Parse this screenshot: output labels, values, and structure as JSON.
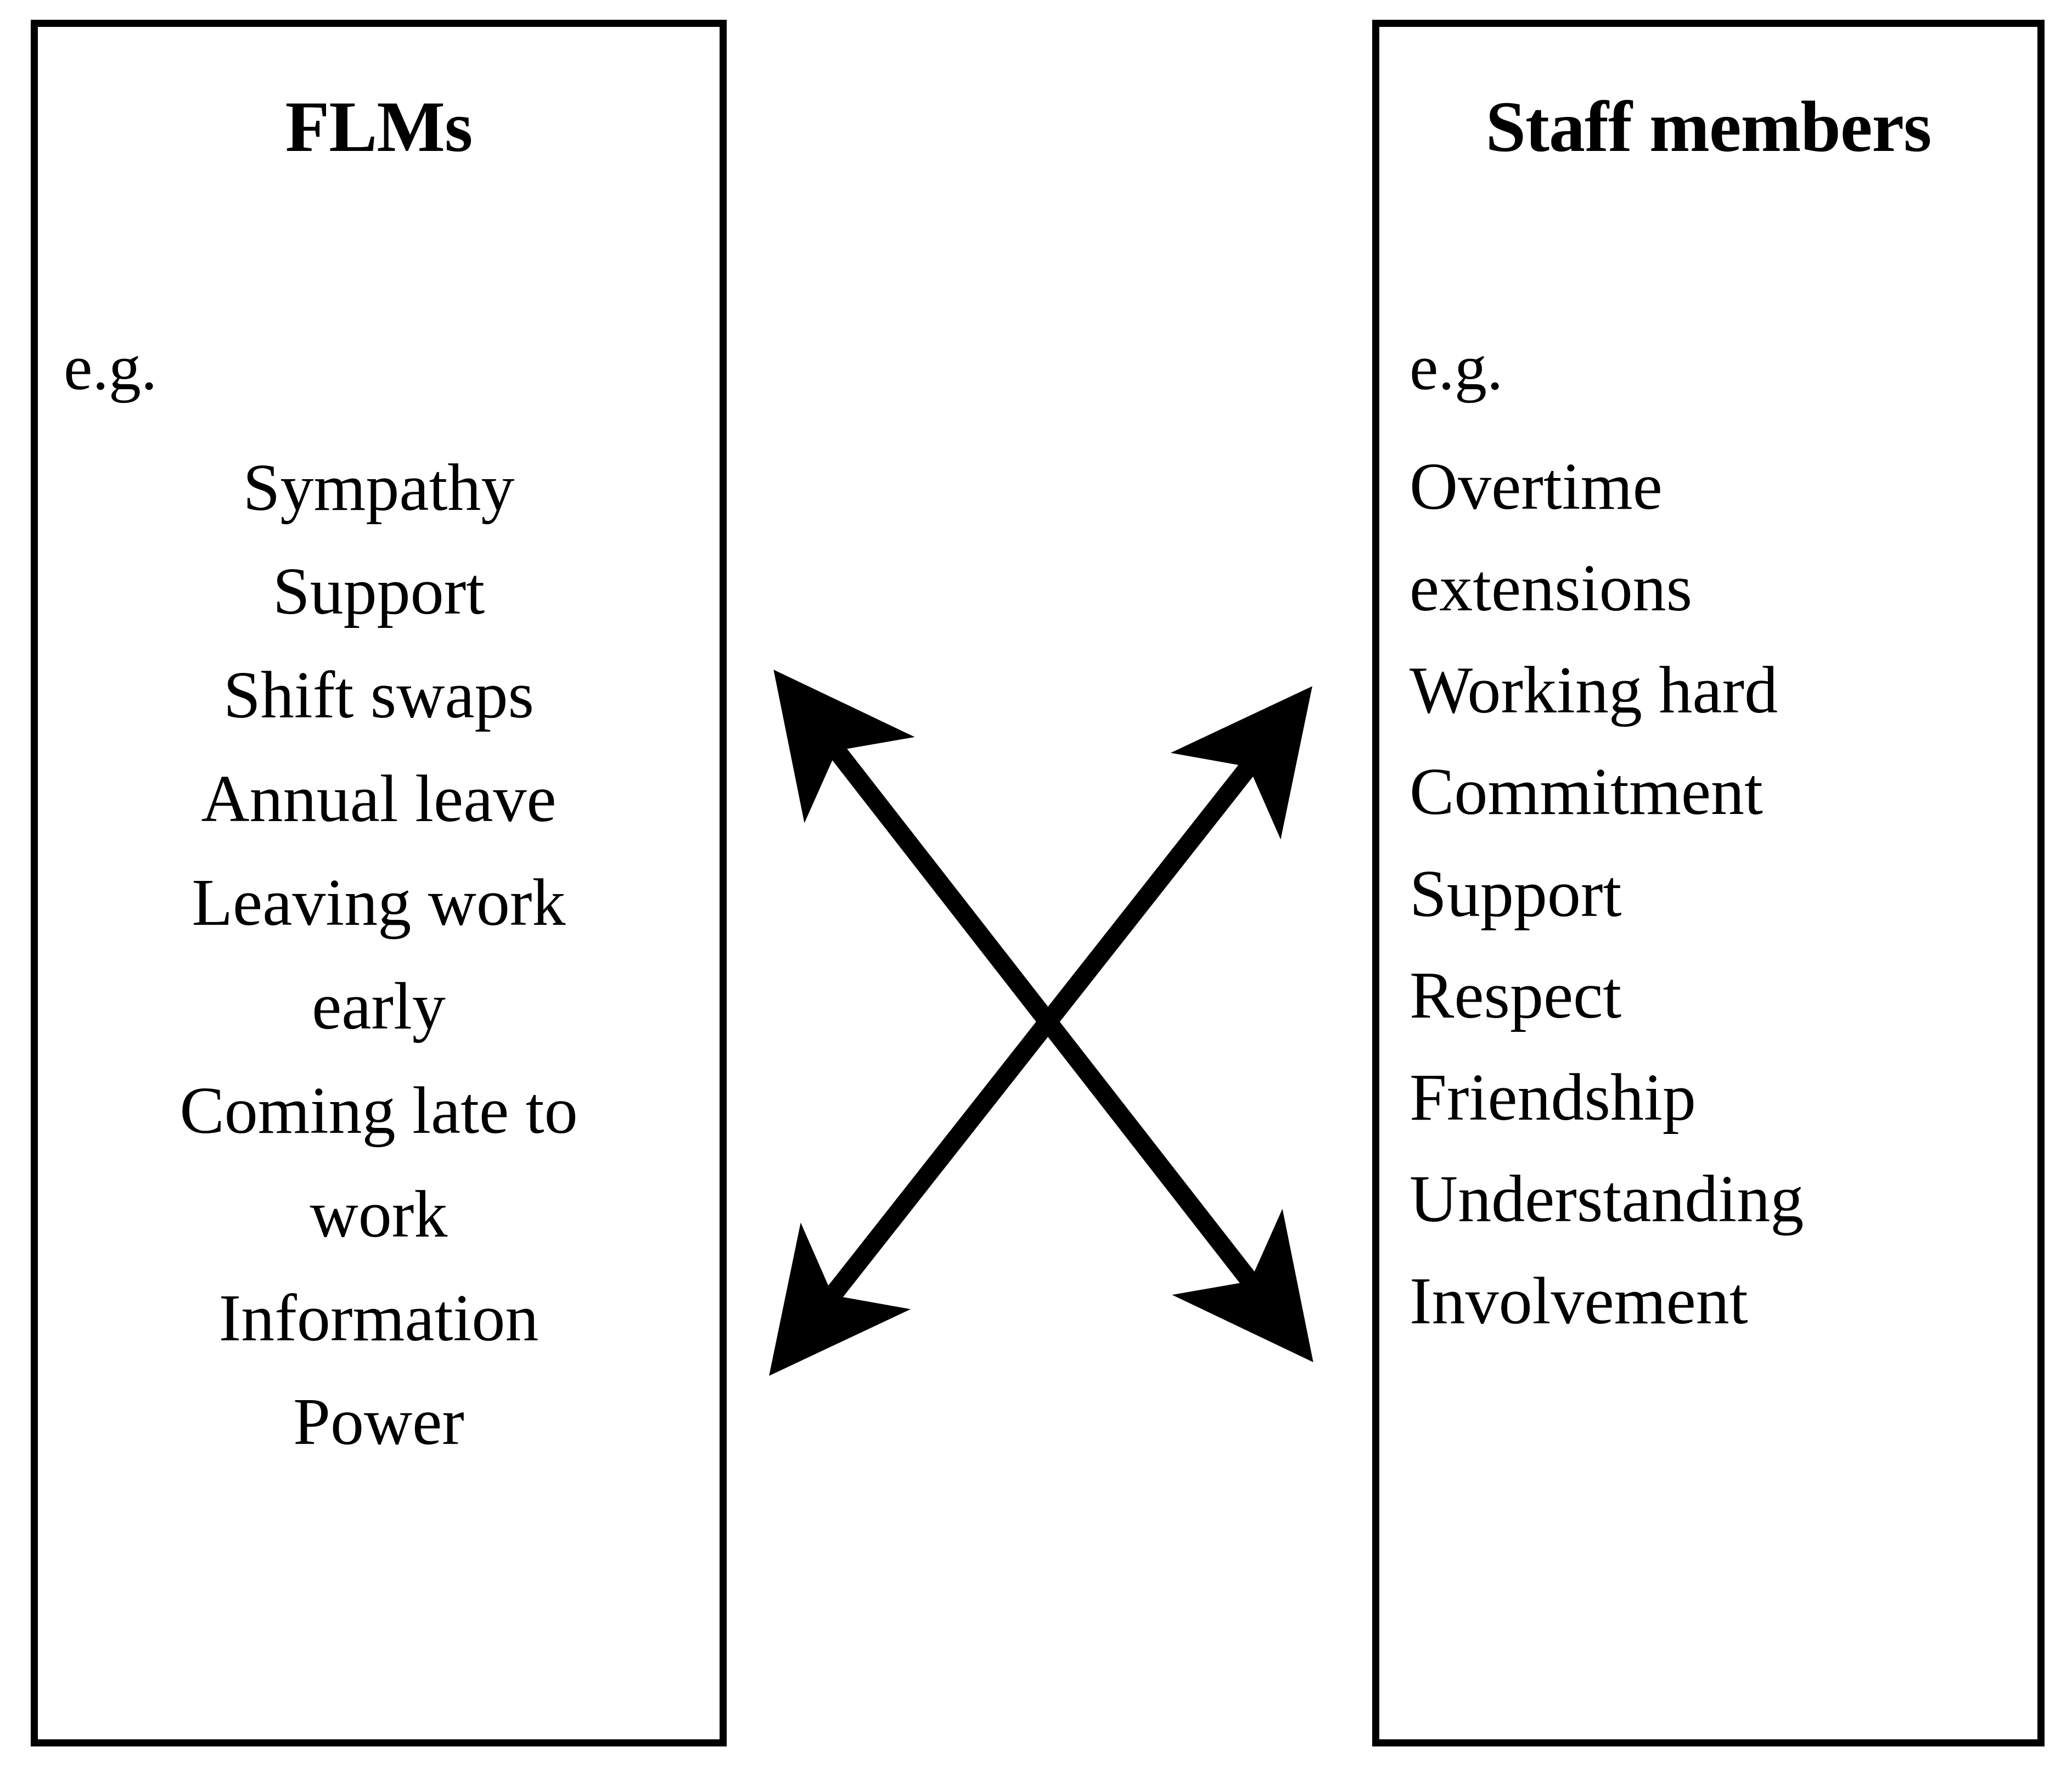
{
  "diagram": {
    "left_panel": {
      "title": "FLMs",
      "eg": "e.g.",
      "items": [
        "Sympathy",
        "Support",
        "Shift swaps",
        "Annual leave",
        "Leaving work",
        "early",
        "Coming late to",
        "work",
        "Information",
        "Power"
      ]
    },
    "right_panel": {
      "title": "Staff members",
      "eg": "e.g.",
      "items": [
        "Overtime",
        "extensions",
        "Working hard",
        "Commitment",
        "Support",
        "Respect",
        "Friendship",
        "Understanding",
        "Involvement"
      ]
    },
    "connectors": {
      "description": "two crossed double-headed arrows forming an X between the panels",
      "count": 2,
      "style": "double-headed",
      "color": "#000000"
    },
    "colors": {
      "border": "#000000",
      "background": "#ffffff",
      "text": "#000000"
    }
  }
}
